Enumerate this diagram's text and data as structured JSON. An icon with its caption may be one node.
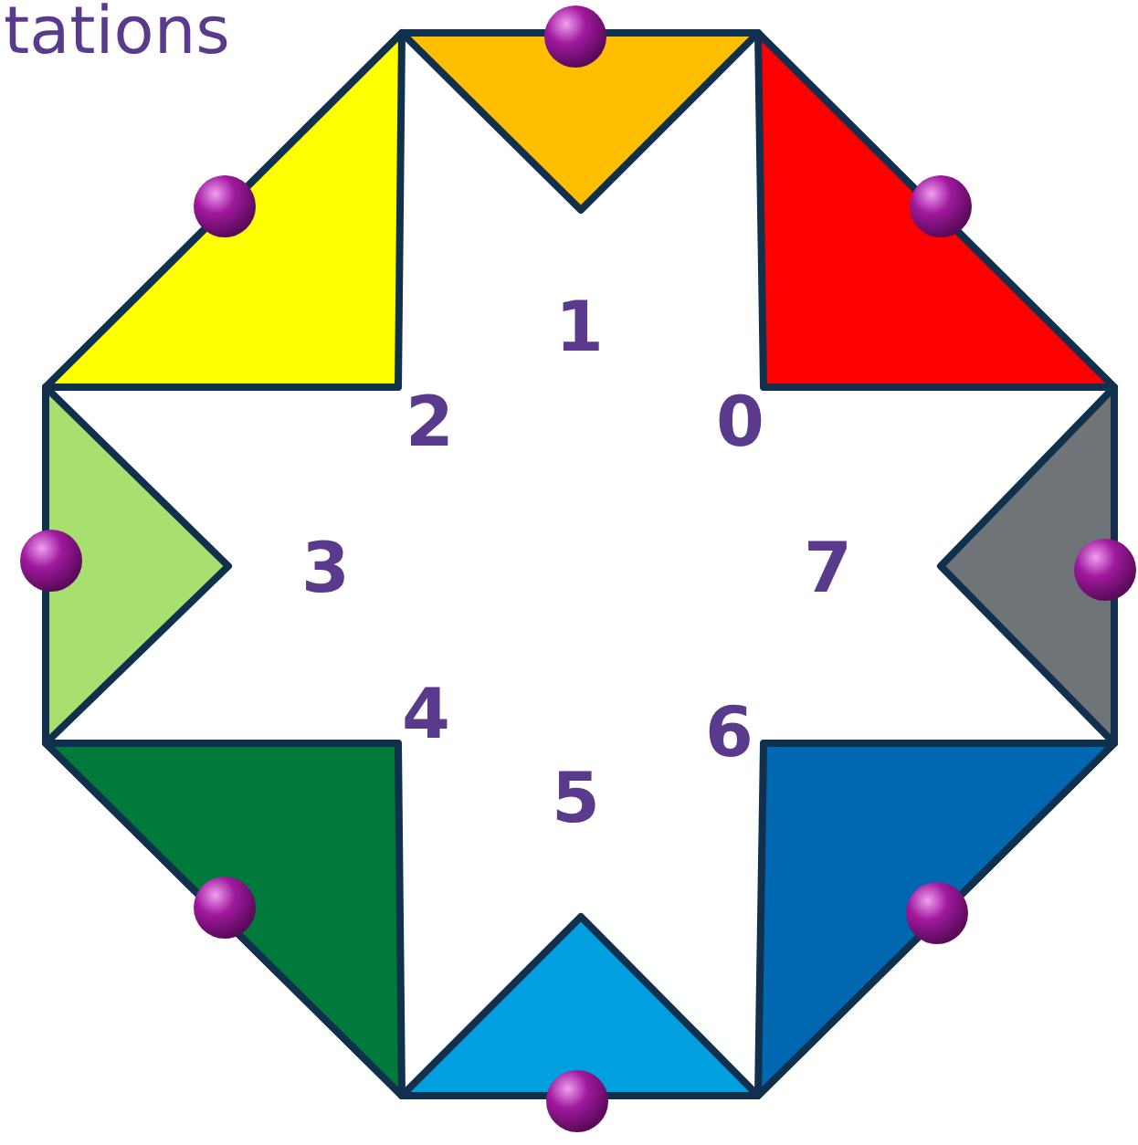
{
  "diagram": {
    "labels": [
      "tations",
      "1",
      "2",
      "0",
      "3",
      "7",
      "4",
      "6",
      "5"
    ]
  }
}
